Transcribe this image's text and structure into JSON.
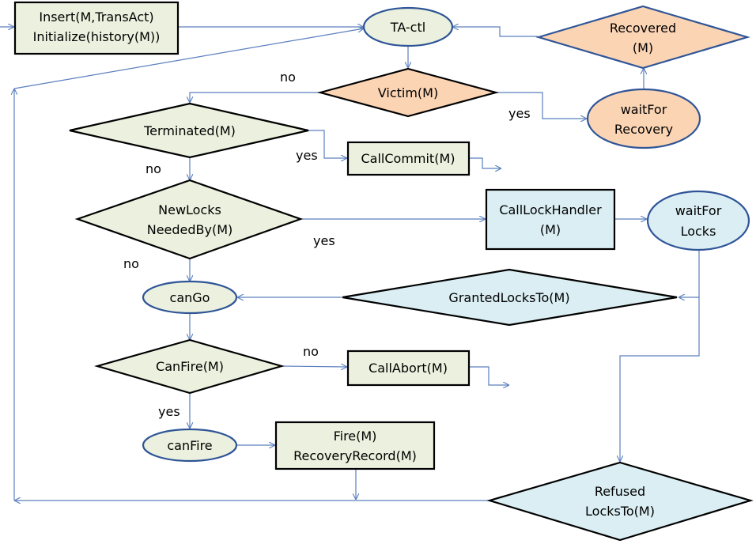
{
  "colors": {
    "green_fill": "#ebf1de",
    "orange_fill": "#fbd4b4",
    "blue_fill": "#daeef3",
    "outline_blue": "#2f5597",
    "outline_black": "#000000",
    "edge": "#5b7fbe"
  },
  "nodes": {
    "insert_box": {
      "line1": "Insert(M,TransAct)",
      "line2": "Initialize(history(M))"
    },
    "ta_ctl": {
      "label": "TA-ctl"
    },
    "recovered": {
      "line1": "Recovered",
      "line2": "(M)"
    },
    "victim": {
      "label": "Victim(M)"
    },
    "wait_for_recovery": {
      "line1": "waitFor",
      "line2": "Recovery"
    },
    "terminated": {
      "label": "Terminated(M)"
    },
    "call_commit": {
      "label": "CallCommit(M)"
    },
    "new_locks": {
      "line1": "NewLocks",
      "line2": "NeededBy(M)"
    },
    "call_lock_handler": {
      "line1": "CallLockHandler",
      "line2": "(M)"
    },
    "wait_for_locks": {
      "line1": "waitFor",
      "line2": "Locks"
    },
    "can_go": {
      "label": "canGo"
    },
    "granted_locks": {
      "label": "GrantedLocksTo(M)"
    },
    "can_fire_decision": {
      "label": "CanFire(M)"
    },
    "call_abort": {
      "label": "CallAbort(M)"
    },
    "can_fire_state": {
      "label": "canFire"
    },
    "fire_box": {
      "line1": "Fire(M)",
      "line2": "RecoveryRecord(M)"
    },
    "refused_locks": {
      "line1": "Refused",
      "line2": "LocksTo(M)"
    }
  },
  "edge_labels": {
    "victim_no": "no",
    "victim_yes": "yes",
    "terminated_yes": "yes",
    "terminated_no": "no",
    "newlocks_yes": "yes",
    "newlocks_no": "no",
    "canfire_no": "no",
    "canfire_yes": "yes"
  }
}
